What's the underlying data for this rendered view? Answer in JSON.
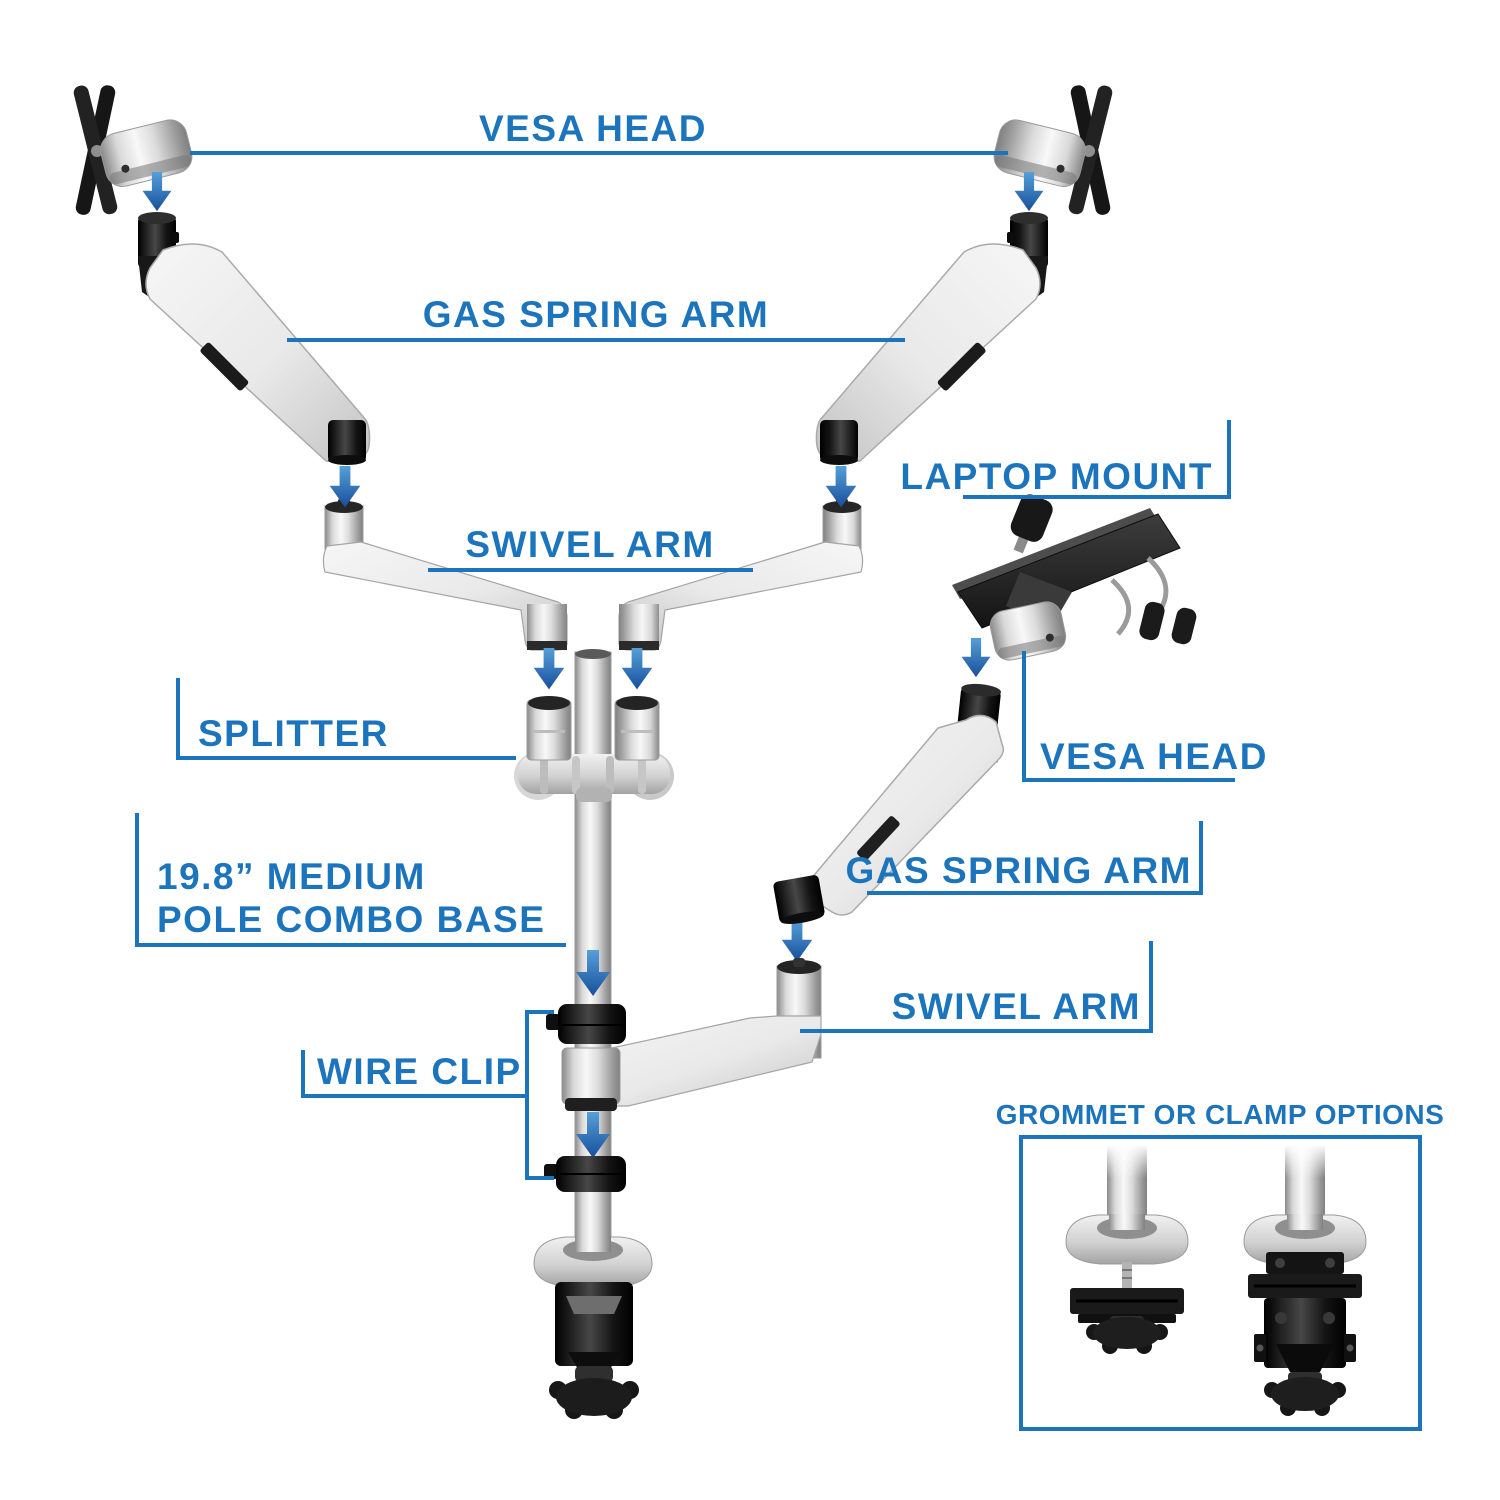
{
  "labels": {
    "vesa_head_top": "VESA HEAD",
    "gas_spring_arm_left": "GAS SPRING ARM",
    "swivel_arm_left": "SWIVEL ARM",
    "splitter": "SPLITTER",
    "pole_combo_base_line1": "19.8” MEDIUM",
    "pole_combo_base_line2": "POLE COMBO BASE",
    "wire_clip": "WIRE CLIP",
    "laptop_mount": "LAPTOP MOUNT",
    "vesa_head_right": "VESA HEAD",
    "gas_spring_arm_right": "GAS SPRING ARM",
    "swivel_arm_right": "SWIVEL ARM",
    "options_box_title": "GROMMET OR CLAMP OPTIONS"
  },
  "colors": {
    "label_blue": "#1C75BC",
    "arrow_blue_top": "#56A0D8",
    "arrow_blue_bottom": "#174F9C",
    "background": "#FFFFFF"
  }
}
